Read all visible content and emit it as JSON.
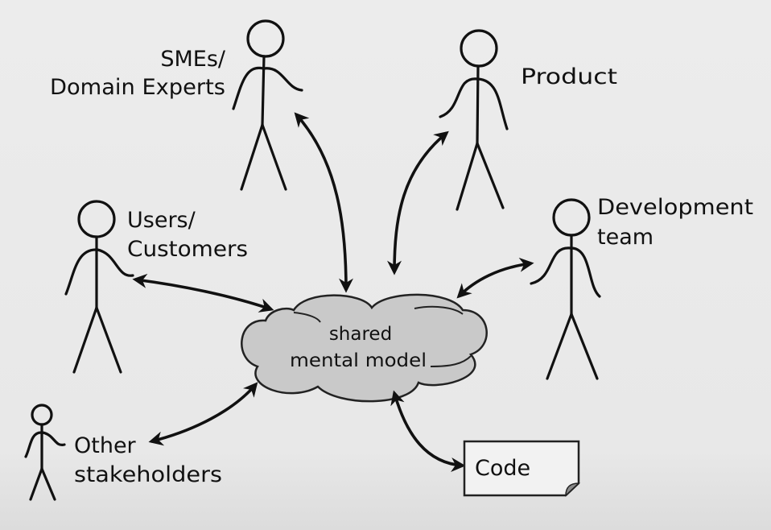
{
  "title": "shared mental model stakeholders diagram",
  "center": {
    "line1": "shared",
    "line2": "mental model"
  },
  "stakeholders": [
    {
      "line1": "SMEs/",
      "line2": "Domain Experts"
    },
    {
      "line1": "Product"
    },
    {
      "line1": "Users/",
      "line2": "Customers"
    },
    {
      "line1": "Development",
      "line2": "team"
    },
    {
      "line1": "Other",
      "line2": "stakeholders"
    }
  ],
  "artifact": {
    "label": "Code"
  },
  "colors": {
    "background": "#ebebeb",
    "cloud": "#c9c9c9",
    "ink": "#111111",
    "doc": "#f2f2f2"
  }
}
